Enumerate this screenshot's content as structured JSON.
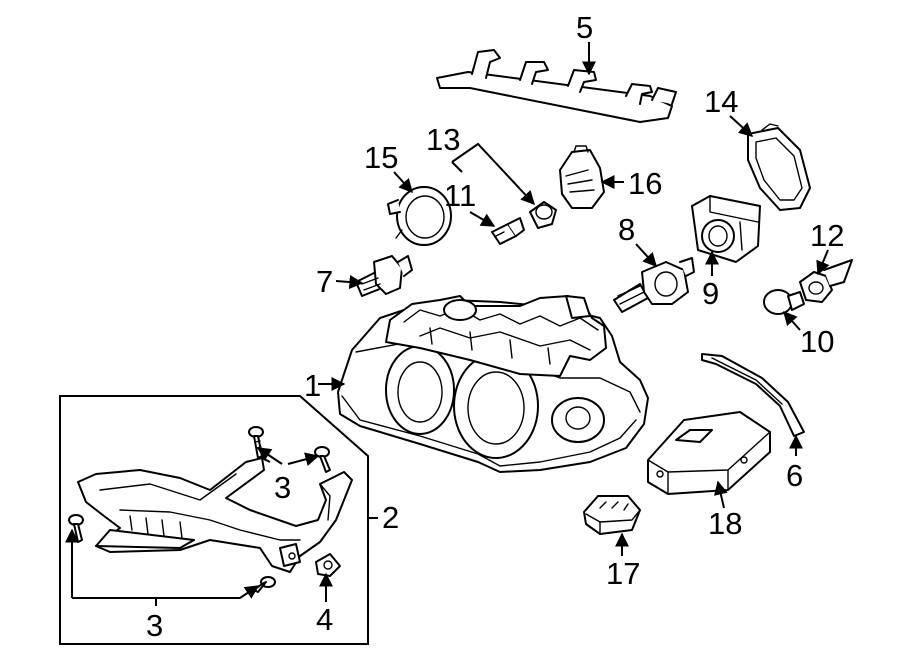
{
  "diagram": {
    "callouts": [
      {
        "id": "c1",
        "label": "1"
      },
      {
        "id": "c2",
        "label": "2"
      },
      {
        "id": "c3a",
        "label": "3"
      },
      {
        "id": "c3b",
        "label": "3"
      },
      {
        "id": "c4",
        "label": "4"
      },
      {
        "id": "c5",
        "label": "5"
      },
      {
        "id": "c6",
        "label": "6"
      },
      {
        "id": "c7",
        "label": "7"
      },
      {
        "id": "c8",
        "label": "8"
      },
      {
        "id": "c9",
        "label": "9"
      },
      {
        "id": "c10",
        "label": "10"
      },
      {
        "id": "c11",
        "label": "11"
      },
      {
        "id": "c12",
        "label": "12"
      },
      {
        "id": "c13",
        "label": "13"
      },
      {
        "id": "c14",
        "label": "14"
      },
      {
        "id": "c15",
        "label": "15"
      },
      {
        "id": "c16",
        "label": "16"
      },
      {
        "id": "c17",
        "label": "17"
      },
      {
        "id": "c18",
        "label": "18"
      }
    ],
    "colors": {
      "line": "#000000",
      "background": "#ffffff"
    }
  }
}
